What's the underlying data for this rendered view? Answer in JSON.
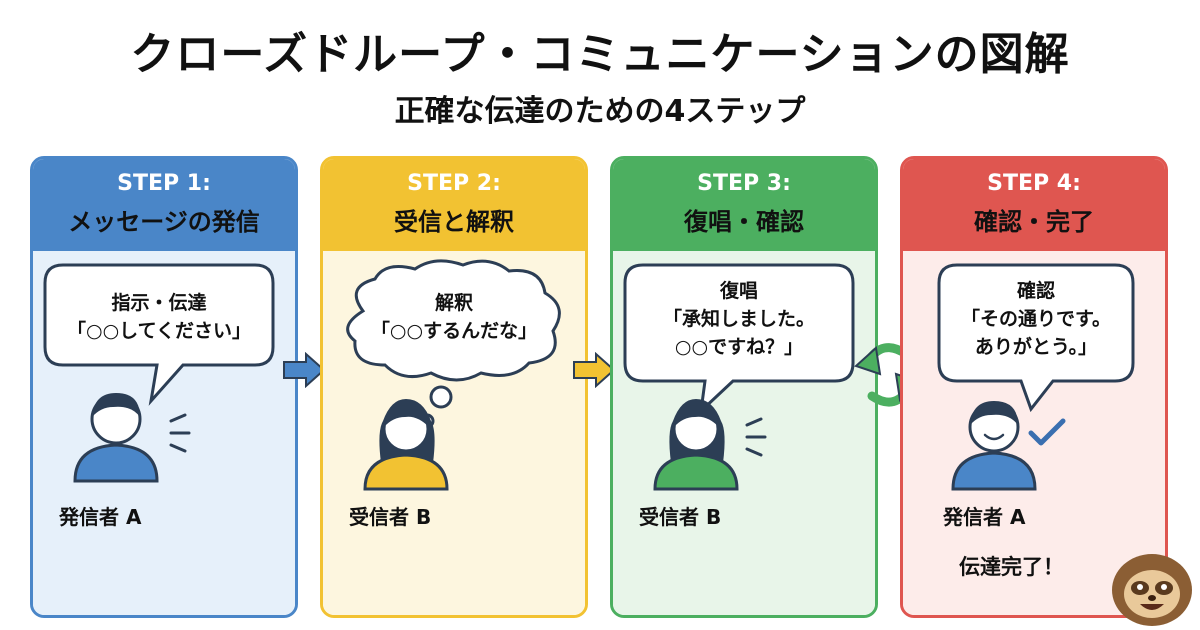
{
  "title": "クローズドループ・コミュニケーションの図解",
  "subtitle": "正確な伝達のための4ステップ",
  "steps": [
    {
      "label": "STEP 1:",
      "title": "メッセージの発信",
      "bubble_type": "speech",
      "bubble_lines": "指示・伝達\n「○○してください」",
      "person": "発信者 A",
      "person_color": "#4a86c8",
      "hair": "short"
    },
    {
      "label": "STEP 2:",
      "title": "受信と解釈",
      "bubble_type": "thought",
      "bubble_lines": "解釈\n「○○するんだな」",
      "person": "受信者 B",
      "person_color": "#f2c232",
      "hair": "long"
    },
    {
      "label": "STEP 3:",
      "title": "復唱・確認",
      "bubble_type": "speech",
      "bubble_lines": "復唱\n「承知しました。\n○○ですね？」",
      "person": "受信者 B",
      "person_color": "#4caf60",
      "hair": "long"
    },
    {
      "label": "STEP 4:",
      "title": "確認・完了",
      "bubble_type": "speech",
      "bubble_lines": "確認\n「その通りです。\nありがとう。」",
      "person": "発信者 A",
      "person_color": "#4a86c8",
      "hair": "short",
      "completion": "伝達完了！"
    }
  ],
  "colors": {
    "arrow_1": "#4a86c8",
    "arrow_2": "#f2c232",
    "loop_arrow": "#4caf60",
    "check": "#3a6fb0"
  },
  "icons": [
    "arrow-right-icon",
    "loop-arrows-icon",
    "checkmark-icon",
    "sloth-mascot-icon"
  ]
}
